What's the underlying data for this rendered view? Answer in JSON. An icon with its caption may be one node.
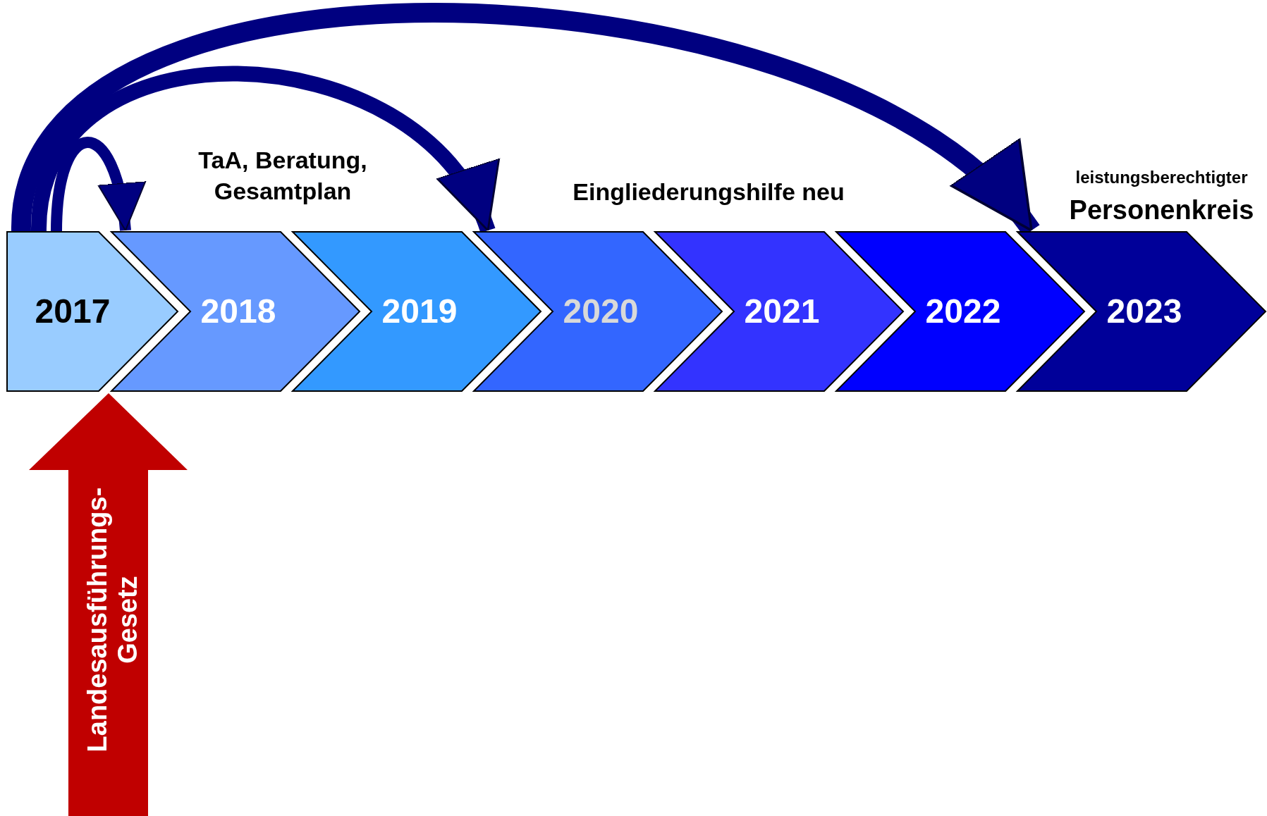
{
  "diagram": {
    "nodes": [
      {
        "text": [
          "2017"
        ]
      },
      {
        "text": [
          "2018"
        ]
      },
      {
        "text": [
          "2019"
        ]
      },
      {
        "text": [
          "2020"
        ]
      },
      {
        "text": [
          "2021"
        ]
      },
      {
        "text": [
          "2022"
        ]
      },
      {
        "text": [
          "2023"
        ]
      },
      {
        "text": [
          "Landesausführungs- Gesetz"
        ]
      }
    ],
    "edges": [
      {
        "from": 0,
        "to": 1,
        "arrow": "to",
        "label": "TaA, Beratung, Gesamtplan"
      },
      {
        "from": 0,
        "to": 3,
        "arrow": "to",
        "label": "Eingliederungshilfe neu"
      },
      {
        "from": 0,
        "to": 6,
        "arrow": "to",
        "label": "leistungsberechtigter Personenkreis"
      }
    ]
  }
}
